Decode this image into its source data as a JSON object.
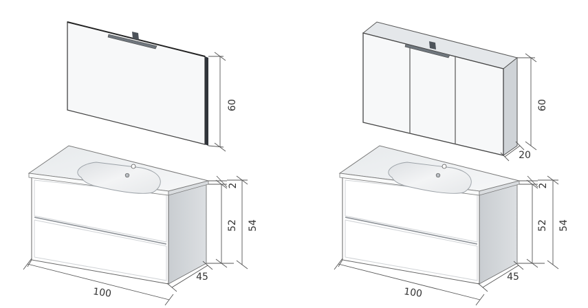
{
  "left_set": {
    "mirror_height": "60",
    "top_thickness": "2",
    "cabinet_height": "52",
    "total_height": "54",
    "width": "100",
    "depth": "45"
  },
  "right_set": {
    "cabinet_height": "60",
    "cabinet_depth": "20",
    "top_thickness": "2",
    "vanity_height": "52",
    "total_height": "54",
    "width": "100",
    "depth": "45"
  },
  "colors": {
    "furniture": "#ffffff",
    "side_panel": "#d5d8db",
    "basin_top": "#eef0f2",
    "mirror_glass": "#f7f8f9",
    "lamp": "#6f767d",
    "outline": "#555555"
  }
}
